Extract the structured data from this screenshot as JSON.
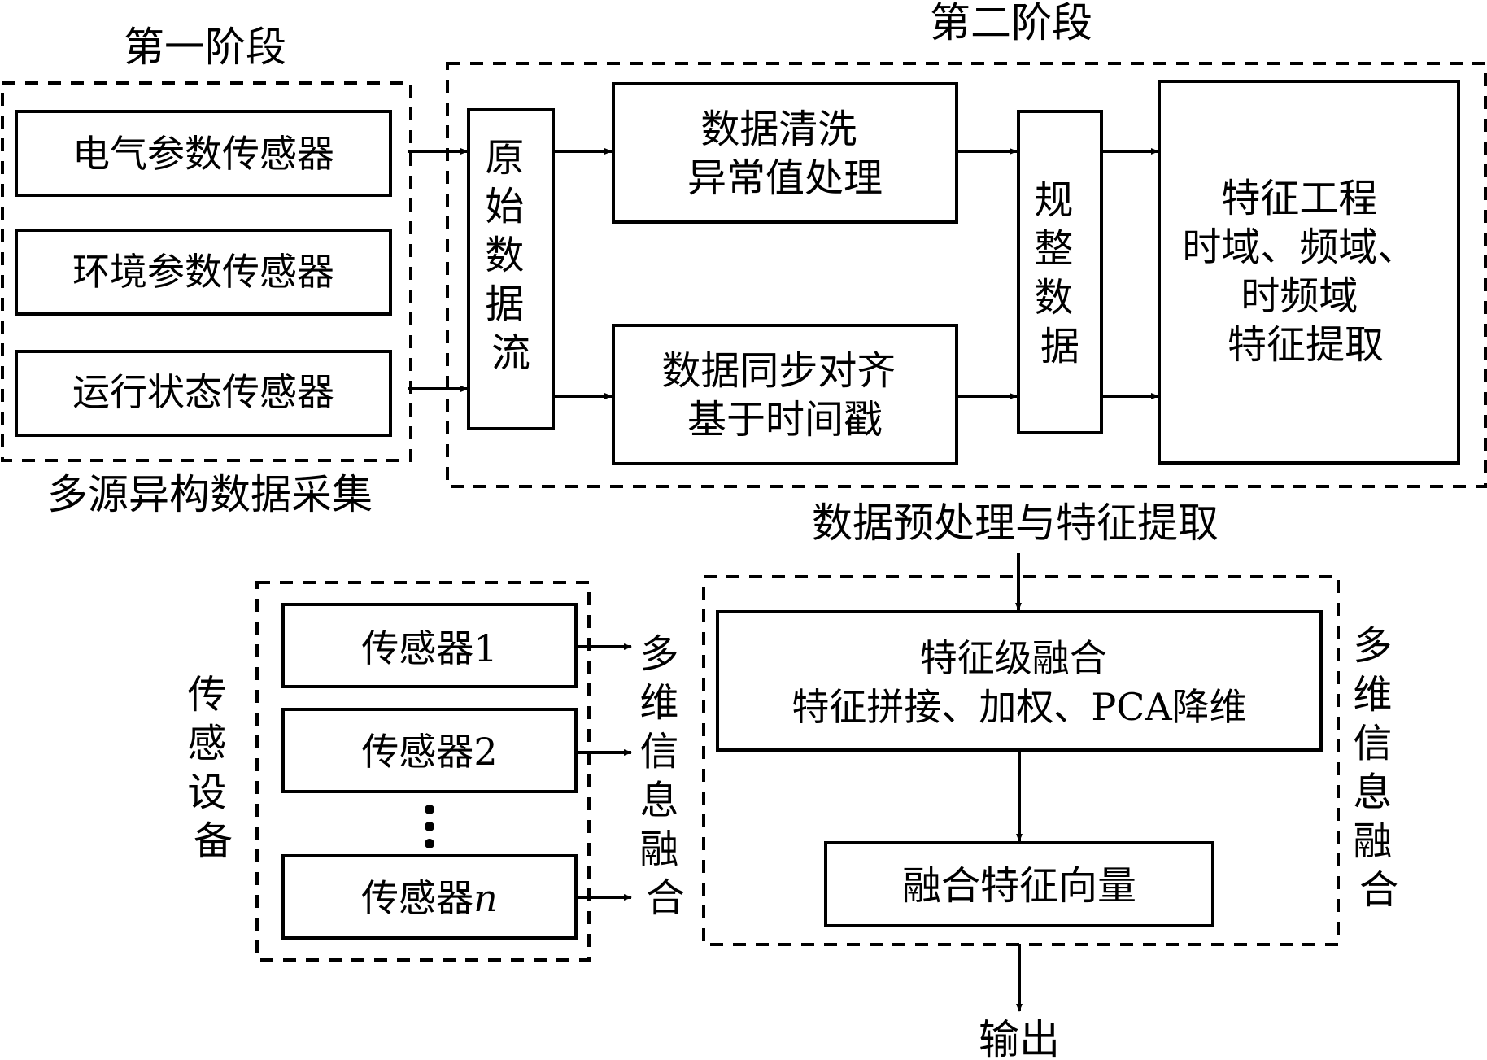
{
  "stage1": {
    "title": "第一阶段",
    "caption": "多源异构数据采集",
    "sensors": [
      "电气参数传感器",
      "环境参数传感器",
      "运行状态传感器"
    ]
  },
  "stage2": {
    "title": "第二阶段",
    "caption": "数据预处理与特征提取",
    "raw_stream": [
      "原",
      "始",
      "数",
      "据",
      "流"
    ],
    "cleaning": [
      "数据清洗",
      "异常值处理"
    ],
    "sync": [
      "数据同步对齐",
      "基于时间戳"
    ],
    "regular": [
      "规",
      "整",
      "数",
      "据"
    ],
    "feature_eng": [
      "特征工程",
      "时域、频域、",
      "时频域",
      "特征提取"
    ]
  },
  "devices": {
    "label": [
      "传",
      "感",
      "设",
      "备"
    ],
    "sensors": [
      "传感器1",
      "传感器2",
      "传感器"
    ],
    "sensor_n_suffix": "n",
    "ellipsis": "⋮",
    "fusion_label": [
      "多",
      "维",
      "信",
      "息",
      "融",
      "合"
    ]
  },
  "fusion": {
    "level": [
      "特征级融合",
      "特征拼接、加权、PCA降维"
    ],
    "vector": "融合特征向量",
    "side_label": [
      "多",
      "维",
      "信",
      "息",
      "融",
      "合"
    ],
    "output": "输出"
  }
}
